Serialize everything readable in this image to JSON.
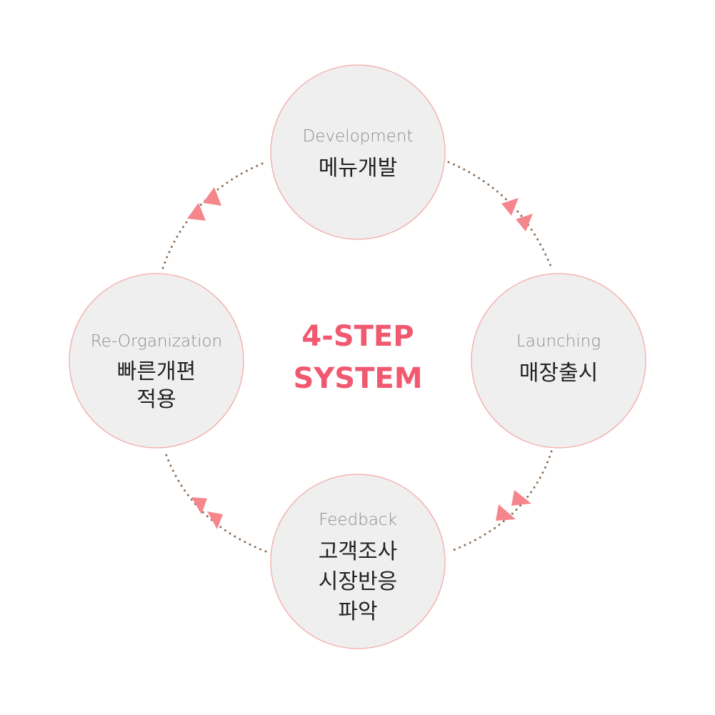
{
  "center_title": {
    "line1": "4-STEP",
    "line2": "SYSTEM"
  },
  "steps": [
    {
      "en": "Development",
      "ko": [
        "메뉴개발"
      ]
    },
    {
      "en": "Launching",
      "ko": [
        "매장출시"
      ]
    },
    {
      "en": "Feedback",
      "ko": [
        "고객조사",
        "시장반응",
        "파악"
      ]
    },
    {
      "en": "Re-Organization",
      "ko": [
        "빠른개편",
        "적용"
      ]
    }
  ],
  "colors": {
    "accent": "#f0596f",
    "arrow": "#f5868b",
    "circle_fill": "#efefef",
    "circle_stroke": "#f4aaa8",
    "dotted_line": "#8a6d55",
    "english_label": "#8c8c8c",
    "korean_label": "#222222"
  }
}
